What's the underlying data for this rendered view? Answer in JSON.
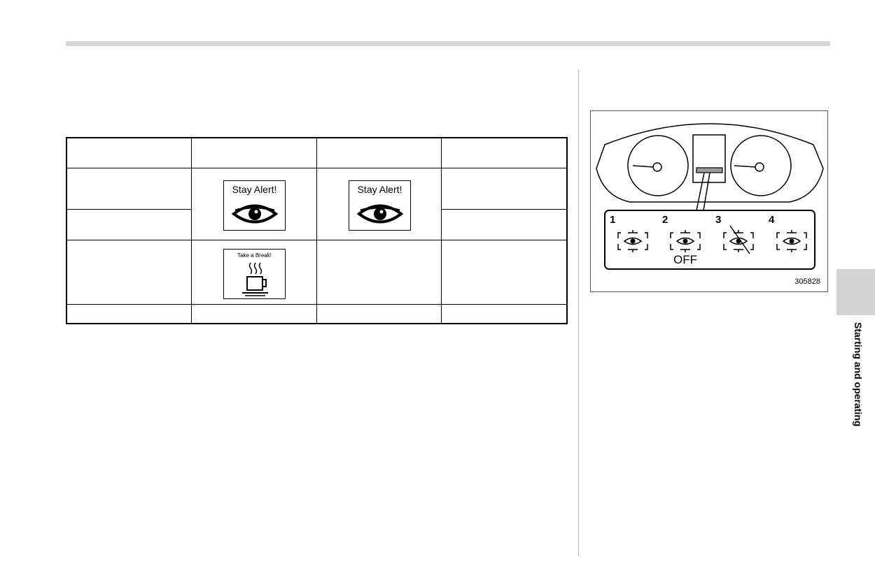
{
  "table": {
    "stay_alert_label_1": "Stay Alert!",
    "stay_alert_label_2": "Stay Alert!",
    "take_break_label": "Take a Break!"
  },
  "figure": {
    "callouts": [
      "1",
      "2",
      "3",
      "4"
    ],
    "off_label": "OFF",
    "figure_code": "305828"
  },
  "side_tab": {
    "label": "Starting and operating",
    "color": "#d3d3d3"
  },
  "icons": [
    "eye-icon",
    "coffee-cup-icon",
    "driver-monitor-icon",
    "speedometer-gauge",
    "tachometer-gauge"
  ]
}
